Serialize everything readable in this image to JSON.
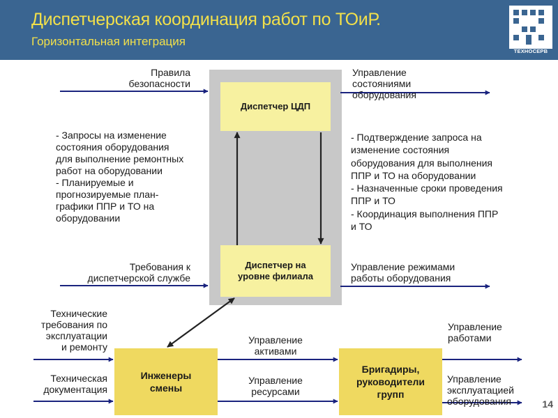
{
  "header": {
    "title": "Диспетчерская координация работ по ТОиР.",
    "subtitle": "Горизонтальная интеграция",
    "logo_text": "ТЕХНОСЕРВ"
  },
  "colors": {
    "header_bg": "#3a6591",
    "title": "#f2e04a",
    "box_light": "#f7f1a0",
    "box_dark": "#efd960",
    "panel": "#c8c8c8",
    "arrow": "#1a237e"
  },
  "boxes": {
    "cdp": "Диспетчер ЦДП",
    "branch_1": "Диспетчер на",
    "branch_2": "уровне филиала",
    "engineers_1": "Инженеры",
    "engineers_2": "смены",
    "foremen_1": "Бригадиры,",
    "foremen_2": "руководители",
    "foremen_3": "групп"
  },
  "labels": {
    "safety_rules": [
      "Правила",
      "безопасности"
    ],
    "equipment_state": [
      "Управление",
      "состояниями",
      "оборудования"
    ],
    "requests_left": [
      "- Запросы на изменение",
      "состояния оборудования",
      "для выполнение ремонтных",
      "работ на оборудовании",
      "- Планируемые и",
      "прогнозируемые план-",
      "графики ППР и ТО на",
      "оборудовании"
    ],
    "confirm_right": [
      "- Подтверждение запроса на",
      "изменение состояния",
      "оборудования для выполнения",
      "ППР и ТО на оборудовании",
      "- Назначенные сроки проведения",
      "ППР и ТО",
      "- Координация выполнения ППР",
      "и ТО"
    ],
    "dispatch_requirements": [
      "Требования к",
      "диспетчерской службе"
    ],
    "operating_modes": [
      "Управление режимами",
      "работы оборудования"
    ],
    "tech_requirements": [
      "Технические",
      "требования по",
      "эксплуатации",
      "и ремонту"
    ],
    "tech_docs": [
      "Техническая",
      "документация"
    ],
    "asset_mgmt": [
      "Управление",
      "активами"
    ],
    "resource_mgmt": [
      "Управление",
      "ресурсами"
    ],
    "work_mgmt": [
      "Управление",
      "работами"
    ],
    "operation_mgmt": [
      "Управление",
      "эксплуатацией",
      "оборудования"
    ]
  },
  "page_number": "14"
}
